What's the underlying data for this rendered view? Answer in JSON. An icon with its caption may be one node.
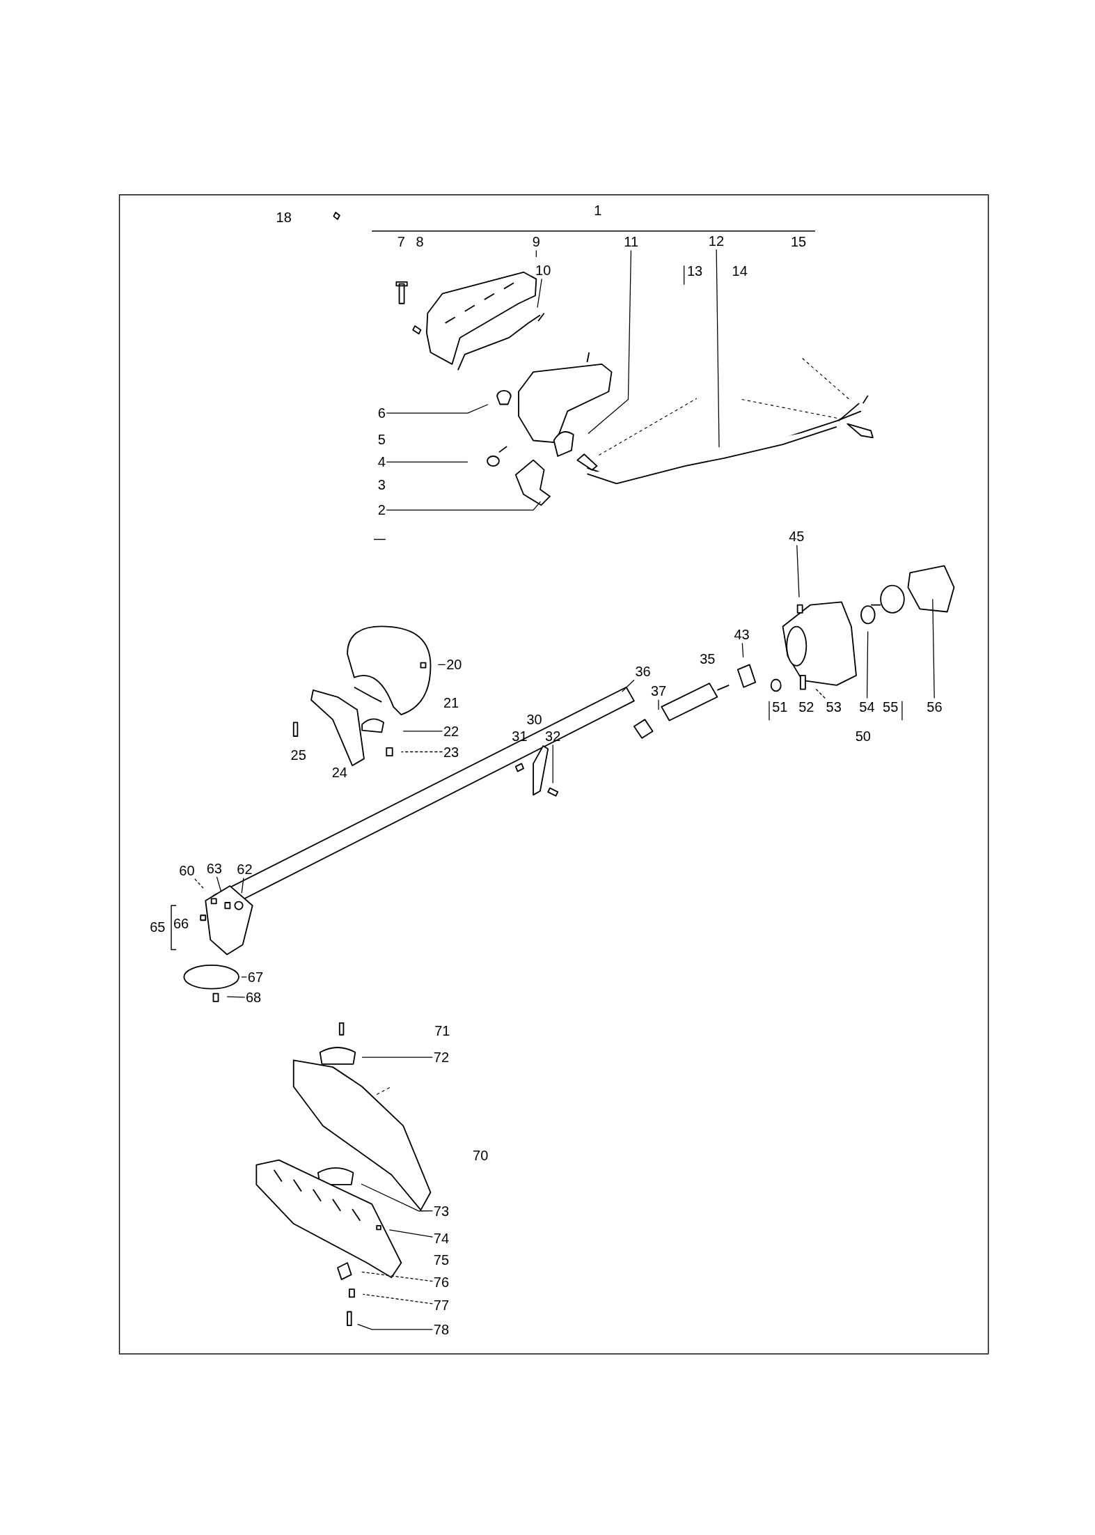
{
  "diagram": {
    "nodes": [
      {
        "text": [
          "9"
        ]
      },
      {
        "text": [
          "10"
        ]
      },
      {
        "text": [
          "11"
        ]
      },
      {
        "text": [
          "12"
        ]
      },
      {
        "text": [
          "13"
        ]
      },
      {
        "text": [
          "6"
        ]
      },
      {
        "text": [
          "4"
        ]
      },
      {
        "text": [
          "2"
        ]
      },
      {
        "text": [
          "45"
        ]
      },
      {
        "text": [
          "20"
        ]
      },
      {
        "text": [
          "43"
        ]
      },
      {
        "text": [
          "36"
        ]
      },
      {
        "text": [
          "37"
        ]
      },
      {
        "text": [
          "51"
        ]
      },
      {
        "text": [
          "53"
        ]
      },
      {
        "text": [
          "54"
        ]
      },
      {
        "text": [
          "55"
        ]
      },
      {
        "text": [
          "56"
        ]
      },
      {
        "text": [
          "22"
        ]
      },
      {
        "text": [
          "23"
        ]
      },
      {
        "text": [
          "32"
        ]
      },
      {
        "text": [
          "60"
        ]
      },
      {
        "text": [
          "63"
        ]
      },
      {
        "text": [
          "62"
        ]
      },
      {
        "text": [
          "67"
        ]
      },
      {
        "text": [
          "68"
        ]
      },
      {
        "text": [
          "72"
        ]
      },
      {
        "text": [
          "73"
        ]
      },
      {
        "text": [
          "74"
        ]
      },
      {
        "text": [
          "76"
        ]
      },
      {
        "text": [
          "77"
        ]
      },
      {
        "text": [
          "78"
        ]
      }
    ],
    "edges": [
      {
        "from": 0,
        "to": null,
        "arrow": "none"
      },
      {
        "from": 1,
        "to": null,
        "arrow": "none"
      },
      {
        "from": 2,
        "to": null,
        "arrow": "none"
      },
      {
        "from": 3,
        "to": null,
        "arrow": "none"
      },
      {
        "from": 4,
        "to": null,
        "arrow": "none"
      },
      {
        "from": 5,
        "to": null,
        "arrow": "none"
      },
      {
        "from": 6,
        "to": null,
        "arrow": "none"
      },
      {
        "from": 7,
        "to": null,
        "arrow": "none"
      },
      {
        "from": 8,
        "to": null,
        "arrow": "none"
      },
      {
        "from": 9,
        "to": null,
        "arrow": "none"
      },
      {
        "from": 10,
        "to": null,
        "arrow": "none"
      },
      {
        "from": 11,
        "to": null,
        "arrow": "none"
      },
      {
        "from": 12,
        "to": null,
        "arrow": "none"
      },
      {
        "from": 13,
        "to": null,
        "arrow": "none"
      },
      {
        "from": 14,
        "to": null,
        "arrow": "none",
        "style": "dashed"
      },
      {
        "from": 15,
        "to": null,
        "arrow": "none"
      },
      {
        "from": 16,
        "to": null,
        "arrow": "none"
      },
      {
        "from": 17,
        "to": null,
        "arrow": "none"
      },
      {
        "from": 18,
        "to": null,
        "arrow": "none"
      },
      {
        "from": 19,
        "to": null,
        "arrow": "none",
        "style": "dashed"
      },
      {
        "from": 20,
        "to": null,
        "arrow": "none"
      },
      {
        "from": 21,
        "to": null,
        "arrow": "none",
        "style": "dashed"
      },
      {
        "from": 22,
        "to": null,
        "arrow": "none"
      },
      {
        "from": 23,
        "to": null,
        "arrow": "none"
      },
      {
        "from": 24,
        "to": null,
        "arrow": "none"
      },
      {
        "from": 25,
        "to": null,
        "arrow": "none"
      },
      {
        "from": 26,
        "to": null,
        "arrow": "none"
      },
      {
        "from": 27,
        "to": null,
        "arrow": "none"
      },
      {
        "from": 28,
        "to": null,
        "arrow": "none"
      },
      {
        "from": 29,
        "to": null,
        "arrow": "none",
        "style": "dashed"
      },
      {
        "from": 30,
        "to": null,
        "arrow": "none",
        "style": "dashed"
      },
      {
        "from": 31,
        "to": null,
        "arrow": "none"
      }
    ],
    "labels": [
      "18",
      "1",
      "7",
      "8",
      "15",
      "14",
      "5",
      "3",
      "21",
      "35",
      "30",
      "31",
      "52",
      "50",
      "25",
      "24",
      "66",
      "65",
      "71",
      "70",
      "75"
    ]
  }
}
